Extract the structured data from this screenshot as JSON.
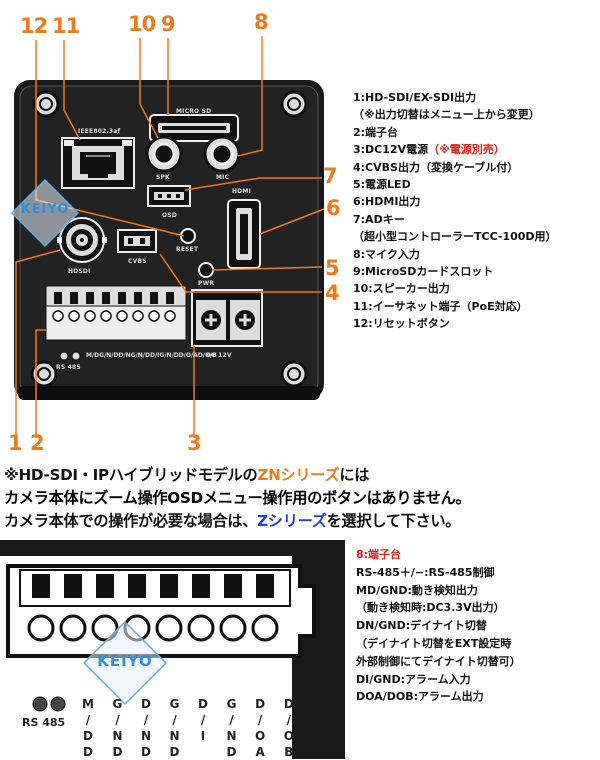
{
  "callouts": {
    "n12": "12",
    "n11": "11",
    "n10": "10",
    "n9": "9",
    "n8": "8",
    "n7": "7",
    "n6": "6",
    "n5": "5",
    "n4": "4",
    "n3": "3",
    "n2": "2",
    "n1": "1"
  },
  "camera_labels": {
    "ieee": "IEEE802.3af",
    "micro_sd": "MICRO SD",
    "spk": "SPK",
    "mic": "MIC",
    "hdmi": "HDMI",
    "osd": "OSD",
    "reset": "RESET",
    "hdsdi": "HDSDI",
    "cvbs": "CVBS",
    "pwr": "PWR",
    "dc12v": "DC 12V",
    "rs485": "RS 485",
    "terminal_cols": [
      "M/D",
      "G/N/D",
      "D/N",
      "G/N/D",
      "D/I",
      "G/N/D",
      "D/O/A",
      "D/O/B"
    ]
  },
  "watermark": "KEIYO",
  "legend": [
    {
      "text": "1:HD-SDI/EX-SDI出力"
    },
    {
      "text": "（※出力切替はメニュー上から変更）"
    },
    {
      "text": "2:端子台"
    },
    {
      "text": "3:DC12V電源",
      "note": "（※電源別売）"
    },
    {
      "text": "4:CVBS出力（変換ケーブル付）"
    },
    {
      "text": "5:電源LED"
    },
    {
      "text": "6:HDMI出力"
    },
    {
      "text": "7:ADキー"
    },
    {
      "text": "（超小型コントローラーTCC-100D用）"
    },
    {
      "text": "8:マイク入力"
    },
    {
      "text": "9:MicroSDカードスロット"
    },
    {
      "text": "10:スピーカー出力"
    },
    {
      "text": "11:イーサネット端子（PoE対応）"
    },
    {
      "text": "12:リセットボタン"
    }
  ],
  "notice": {
    "line1_a": "※HD-SDI・IPハイブリッドモデルの",
    "line1_b": "ZNシリーズ",
    "line1_c": "には",
    "line2": "カメラ本体にズーム操作OSDメニュー操作用のボタンはありません。",
    "line3_a": "カメラ本体での操作が必要な場合は、",
    "line3_b": "Zシリーズ",
    "line3_c": "を選択して下さい。"
  },
  "terminal_detail": {
    "rs485": "RS 485",
    "top_labels": [
      "M",
      "G",
      "D",
      "G",
      "D",
      "G",
      "D",
      "D"
    ],
    "mid_labels": [
      "/",
      "/",
      "/",
      "/",
      "/",
      "/",
      "/",
      "/"
    ],
    "bottom_labels": [
      "D",
      "N",
      "N",
      "N",
      "I",
      "N",
      "O",
      "O"
    ],
    "bottom2_labels": [
      "D",
      "D",
      "D",
      "D",
      "",
      "D",
      "A",
      "B"
    ]
  },
  "terminal_legend": {
    "title": "8:端子台",
    "lines": [
      "RS-485＋/−:RS-485制御",
      "MD/GND:動き検知出力",
      "（動き検知時:DC3.3V出力）",
      "DN/GND:デイナイト切替",
      "（デイナイト切替をEXT設定時",
      "外部制御にてデイナイト切替可）",
      "DI/GND:アラーム入力",
      "DOA/DOB:アラーム出力"
    ]
  },
  "colors": {
    "callout_orange": "#ef7a1c",
    "red_text": "#e0201e",
    "blue_text": "#1f3fd8",
    "watermark_blue": "#2f8fd8",
    "body_dark": "#1a1a1a"
  }
}
